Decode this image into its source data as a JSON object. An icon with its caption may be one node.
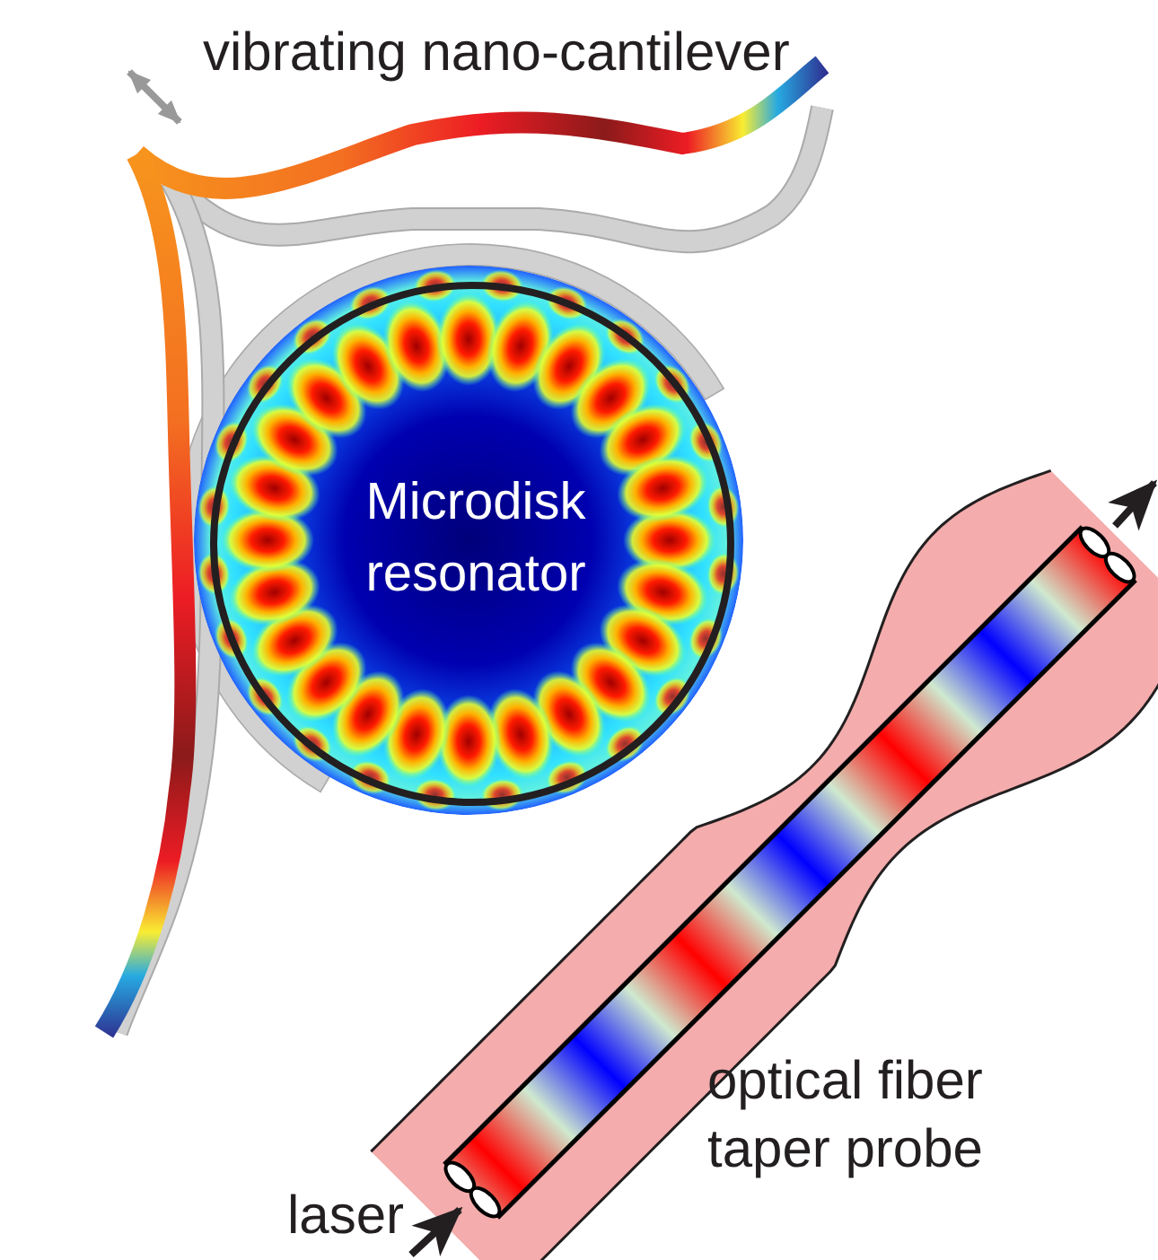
{
  "diagram": {
    "nodes": [
      {
        "text": [
          "Microdisk resonator"
        ]
      },
      {
        "text": [],
        "shape": "picture",
        "beside": [
          "optical fiber taper probe"
        ]
      },
      {
        "text": [
          "laser"
        ]
      }
    ],
    "edges": [
      {
        "from": 2,
        "to": 1,
        "arrow": "to"
      },
      {
        "from": 1,
        "to": null,
        "arrow": "to"
      }
    ],
    "labels": [
      "vibrating nano-cantilever"
    ]
  }
}
